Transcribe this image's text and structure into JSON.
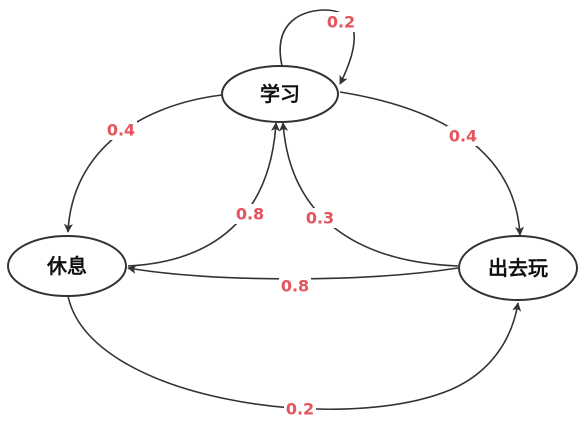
{
  "diagram": {
    "nodes": {
      "study": {
        "label": "学习"
      },
      "rest": {
        "label": "休息"
      },
      "play": {
        "label": "出去玩"
      }
    },
    "edges": {
      "study_self": {
        "label": "0.2"
      },
      "study_to_rest": {
        "label": "0.4"
      },
      "study_to_play": {
        "label": "0.4"
      },
      "rest_to_study": {
        "label": "0.8"
      },
      "play_to_study": {
        "label": "0.3"
      },
      "play_to_rest": {
        "label": "0.8"
      },
      "rest_to_play": {
        "label": "0.2"
      }
    },
    "colors": {
      "edge_label": "#e5545c",
      "stroke": "#333333"
    }
  }
}
